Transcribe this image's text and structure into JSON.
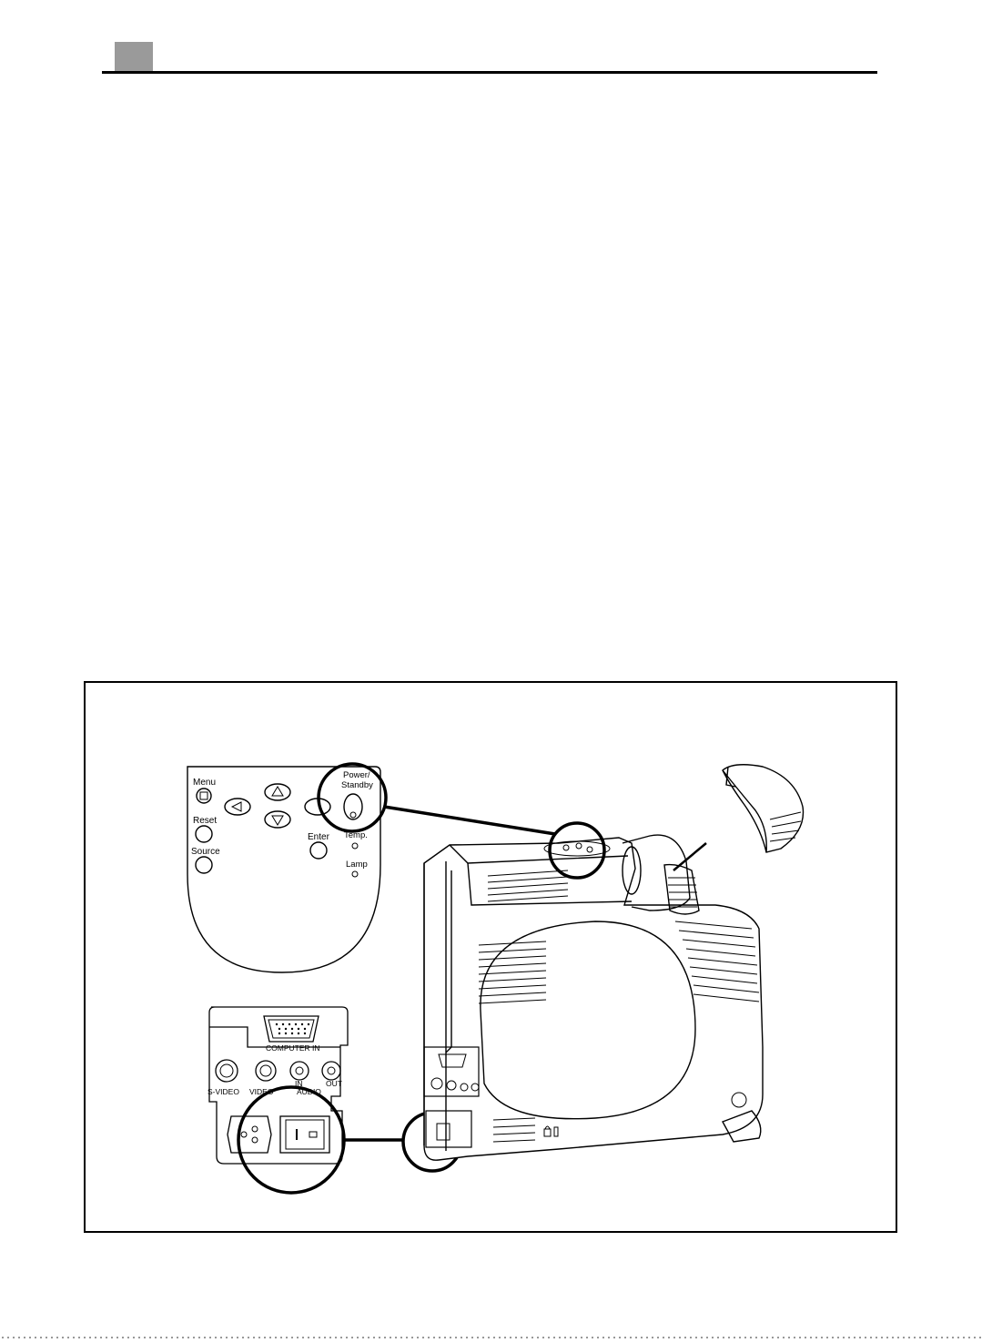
{
  "header": {
    "tab_color": "#9a9a9a"
  },
  "remote_panel": {
    "menu": "Menu",
    "reset": "Reset",
    "source": "Source",
    "power_line1": "Power/",
    "power_line2": "Standby",
    "enter": "Enter",
    "temp": "Temp.",
    "lamp": "Lamp"
  },
  "connector_panel": {
    "computer_in": "COMPUTER IN",
    "s_video": "S-VIDEO",
    "video": "VIDEO",
    "audio_in": "IN",
    "audio": "AUDIO",
    "audio_out": "OUT"
  },
  "icons": [
    "arrow-left-icon",
    "arrow-up-icon",
    "arrow-down-icon",
    "arrow-right-icon",
    "lock-icon"
  ]
}
